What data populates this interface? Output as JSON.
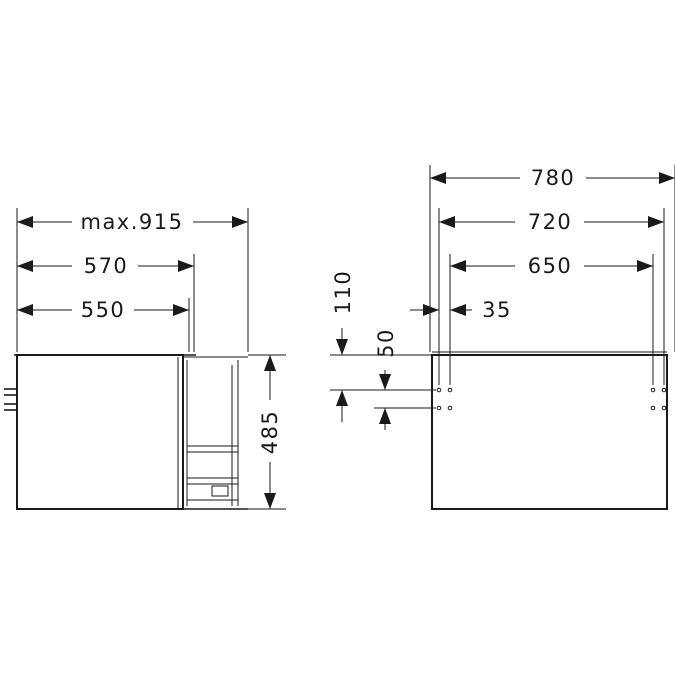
{
  "side_view": {
    "dim_max_depth": "max.915",
    "dim_depth_570": "570",
    "dim_depth_550": "550",
    "dim_height": "485"
  },
  "front_view": {
    "dim_width_780": "780",
    "dim_width_720": "720",
    "dim_width_650": "650",
    "dim_top_offset": "110",
    "dim_side_offset": "35",
    "dim_hole_spacing": "50"
  }
}
